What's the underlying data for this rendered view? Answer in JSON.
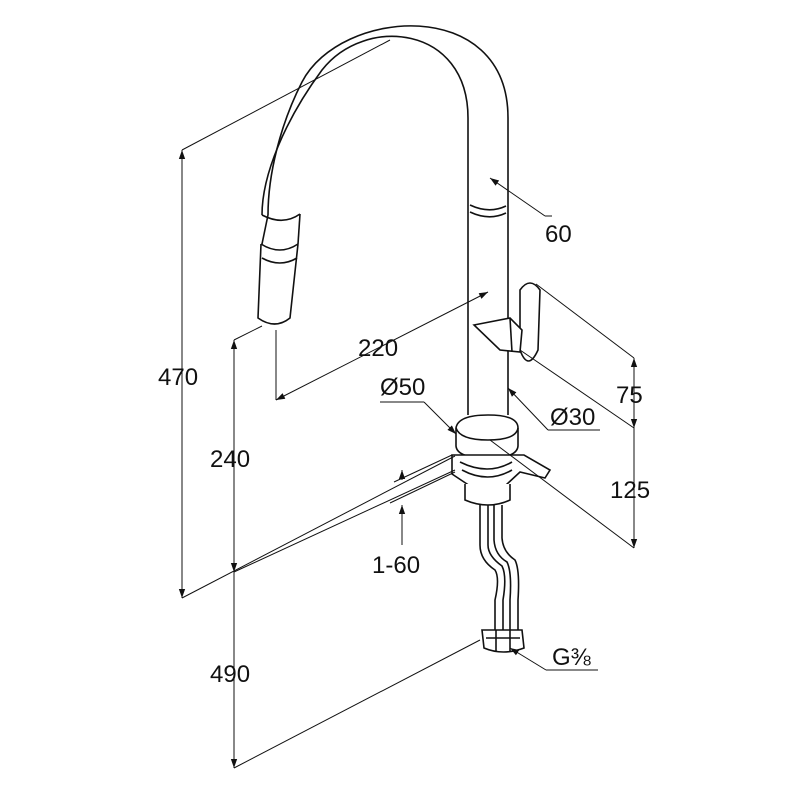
{
  "drawing": {
    "dimensions": {
      "total_height": "470",
      "spout_height": "240",
      "hose_length": "490",
      "spout_reach": "220",
      "handle_offset": "60",
      "handle_height": "75",
      "base_height": "125",
      "base_diameter": "Ø50",
      "body_diameter": "Ø30",
      "counter_thickness": "1-60",
      "connection_thread": "G⅜"
    }
  }
}
